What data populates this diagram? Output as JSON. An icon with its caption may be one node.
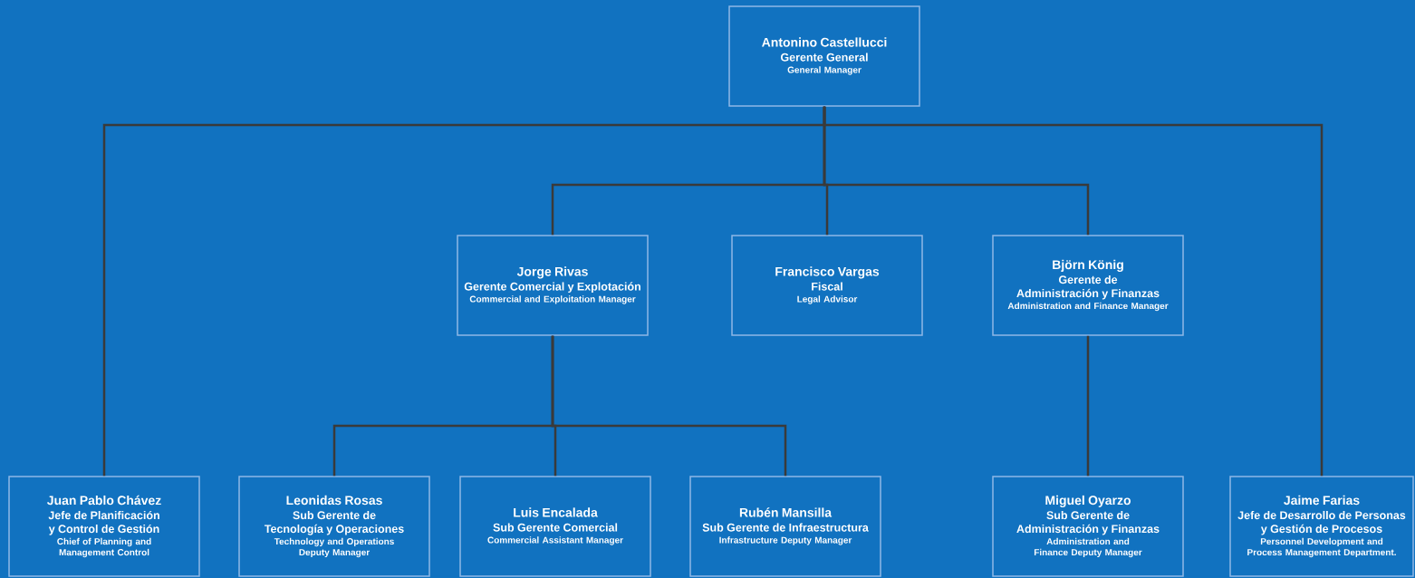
{
  "diagram": {
    "nodes": [
      {
        "text": [
          "Antonino Castellucci",
          "Gerente General",
          "General Manager"
        ]
      },
      {
        "text": [
          "Jorge Rivas",
          "Gerente Comercial y Explotación",
          "Commercial and Exploitation Manager"
        ]
      },
      {
        "text": [
          "Francisco Vargas",
          "Fiscal",
          "Legal Advisor"
        ]
      },
      {
        "text": [
          "Björn König",
          "Gerente de Administración y Finanzas",
          "Administration and Finance Manager"
        ]
      },
      {
        "text": [
          "Juan Pablo Chávez",
          "Jefe de Planificación y Control de Gestión",
          "Chief of Planning and Management Control"
        ]
      },
      {
        "text": [
          "Leonidas Rosas",
          "Sub Gerente de Tecnología y Operaciones",
          "Technology and Operations Deputy Manager"
        ]
      },
      {
        "text": [
          "Luis Encalada",
          "Sub Gerente Comercial",
          "Commercial Assistant Manager"
        ]
      },
      {
        "text": [
          "Rubén Mansilla",
          "Sub Gerente de Infraestructura",
          "Infrastructure Deputy Manager"
        ]
      },
      {
        "text": [
          "Miguel Oyarzo",
          "Sub Gerente de Administración y Finanzas",
          "Administration and Finance Deputy Manager"
        ]
      },
      {
        "text": [
          "Jaime Farias",
          "Jefe de Desarrollo de Personas y Gestión de Procesos",
          "Personnel Development and Process Management Department."
        ]
      }
    ],
    "edges": [
      {
        "from": 0,
        "to": 4,
        "arrow": "none"
      },
      {
        "from": 0,
        "to": 1,
        "arrow": "none"
      },
      {
        "from": 0,
        "to": 2,
        "arrow": "none"
      },
      {
        "from": 0,
        "to": 3,
        "arrow": "none"
      },
      {
        "from": 0,
        "to": 9,
        "arrow": "none"
      },
      {
        "from": 1,
        "to": 5,
        "arrow": "none"
      },
      {
        "from": 1,
        "to": 6,
        "arrow": "none"
      },
      {
        "from": 1,
        "to": 7,
        "arrow": "none"
      },
      {
        "from": 3,
        "to": 8,
        "arrow": "none"
      }
    ]
  }
}
